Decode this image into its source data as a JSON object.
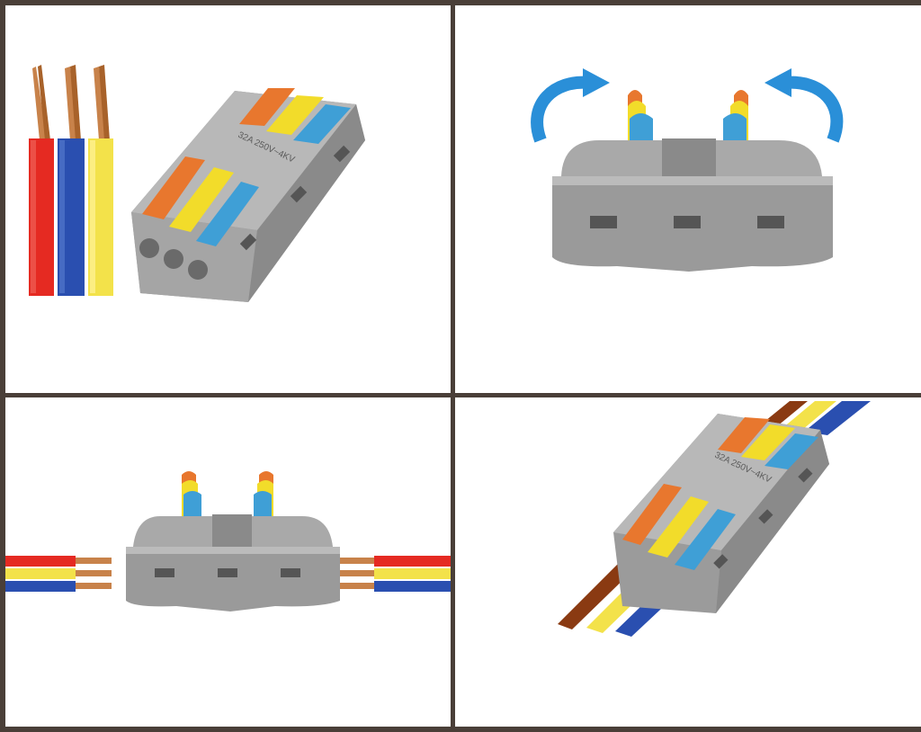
{
  "colors": {
    "background_border": "#4a3f38",
    "panel_bg": "#ffffff",
    "connector_body": "#8f8f8f",
    "lever_orange": "#e8772e",
    "lever_yellow": "#f2dc2a",
    "lever_blue": "#3f9fd6",
    "wire_red": "#e52a22",
    "wire_blue": "#2a4fb0",
    "wire_yellow": "#f3e24a",
    "wire_brown": "#8a3a12",
    "copper": "#c8824a",
    "arrow_blue": "#2a8fd8"
  },
  "panels": [
    {
      "name": "wires-and-connector"
    },
    {
      "name": "levers-lifted"
    },
    {
      "name": "wires-before-insertion"
    },
    {
      "name": "wires-inserted"
    }
  ],
  "connector": {
    "rating_text": "32A 250V~4KV"
  }
}
